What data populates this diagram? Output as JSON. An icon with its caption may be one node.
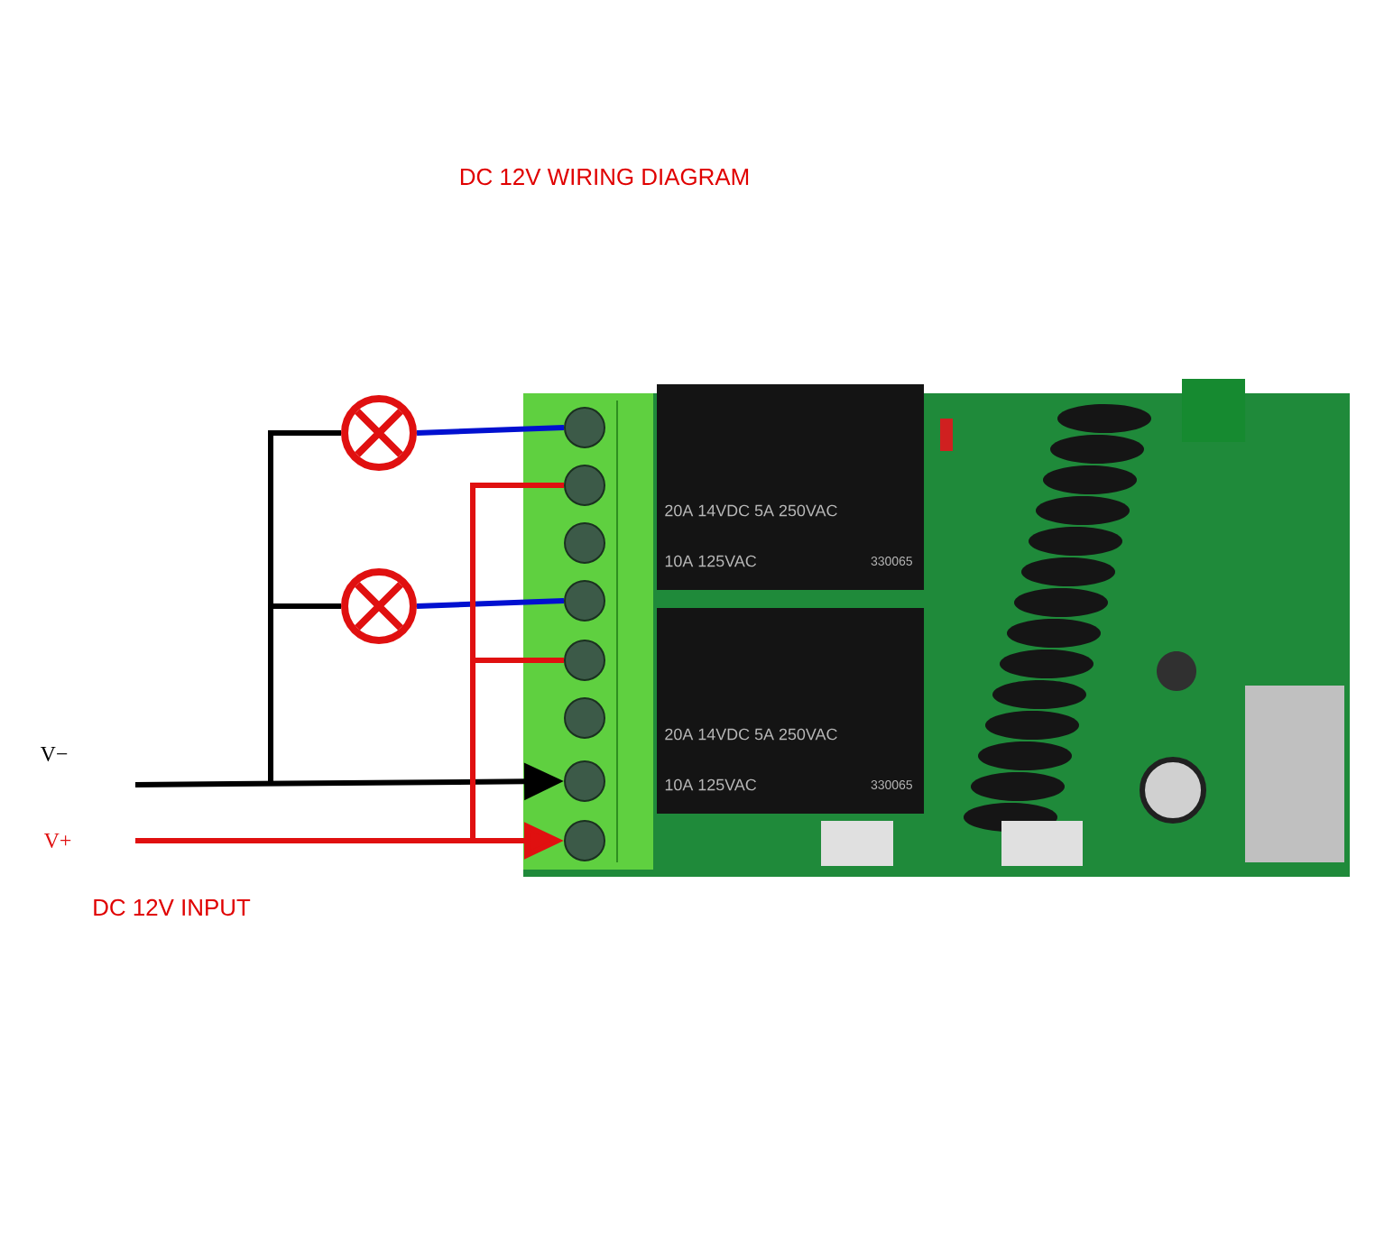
{
  "diagram": {
    "title": "DC 12V WIRING DIAGRAM",
    "nodes": [
      {
        "text": [],
        "shape": "circle"
      },
      {
        "text": [],
        "shape": "circle"
      },
      {
        "text": [],
        "shape": "picture"
      },
      {
        "text": [],
        "shape": "circle",
        "in": 2
      },
      {
        "text": [],
        "shape": "circle",
        "in": 2
      },
      {
        "text": [],
        "shape": "circle",
        "in": 2
      },
      {
        "text": [],
        "shape": "circle",
        "in": 2
      },
      {
        "text": [],
        "shape": "circle",
        "in": 2
      },
      {
        "text": [],
        "shape": "circle",
        "in": 2
      },
      {
        "text": [],
        "shape": "circle",
        "in": 2
      },
      {
        "text": [],
        "shape": "circle",
        "in": 2
      },
      {
        "text": [
          "20A 14VDC 5A 250VAC",
          "10A 125VAC",
          "330065"
        ],
        "in": 2
      },
      {
        "text": [
          "20A 14VDC 5A 250VAC",
          "10A 125VAC",
          "330065"
        ],
        "in": 2
      }
    ],
    "edges": [
      {
        "from": 0,
        "to": 3,
        "arrow": "none",
        "color": "#0010d0"
      },
      {
        "from": 1,
        "to": 6,
        "arrow": "none",
        "color": "#0010d0"
      },
      {
        "from": null,
        "to": 0,
        "arrow": "none",
        "color": "#000000"
      },
      {
        "from": null,
        "to": 1,
        "arrow": "none",
        "color": "#000000"
      },
      {
        "from": null,
        "to": 9,
        "arrow": "to",
        "color": "#000000"
      },
      {
        "from": null,
        "to": 10,
        "arrow": "to",
        "color": "#e01010"
      },
      {
        "from": null,
        "to": 4,
        "arrow": "none",
        "color": "#e01010"
      },
      {
        "from": null,
        "to": 7,
        "arrow": "none",
        "color": "#e01010"
      }
    ],
    "labels": [
      "V−",
      "V+",
      "DC 12V INPUT"
    ]
  }
}
